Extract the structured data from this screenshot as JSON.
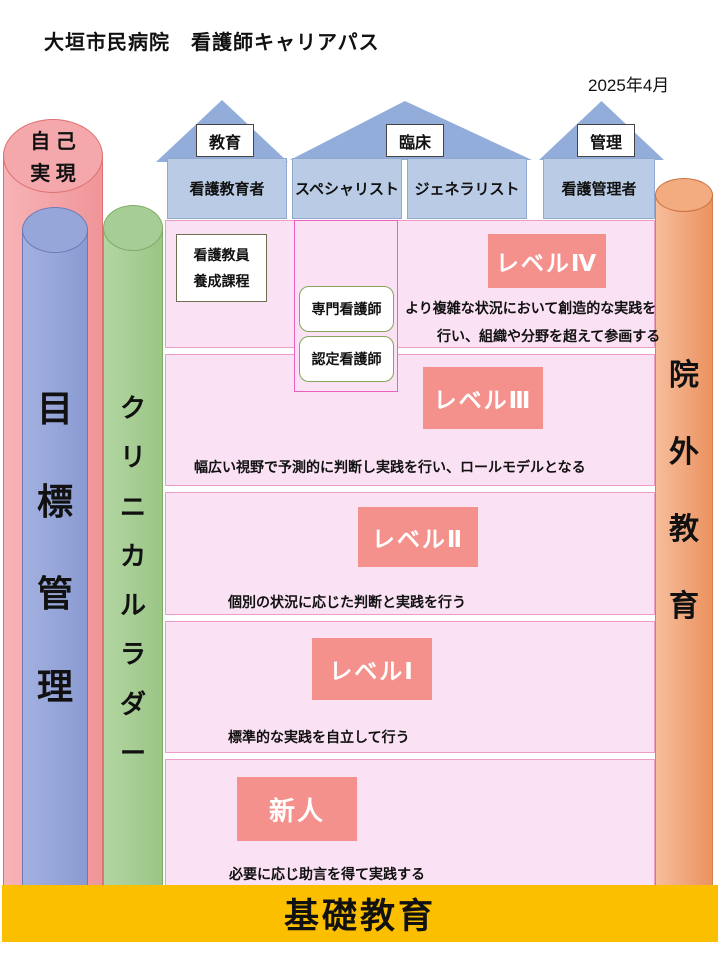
{
  "title": "大垣市民病院　看護師キャリアパス",
  "date": "2025年4月",
  "roofs": [
    {
      "label": "教育"
    },
    {
      "label": "臨床"
    },
    {
      "label": "管理"
    }
  ],
  "columns": [
    {
      "label": "看護教育者"
    },
    {
      "label": "スペシャリスト"
    },
    {
      "label": "ジェネラリスト"
    },
    {
      "label": "看護管理者"
    }
  ],
  "pillars": {
    "self_actualization": {
      "line1": "自 己",
      "line2": "実 現"
    },
    "goal_management": {
      "chars": [
        "目",
        "標",
        "管",
        "理"
      ]
    },
    "clinical_ladder": {
      "chars": [
        "ク",
        "リ",
        "ニ",
        "カ",
        "ル",
        "ラ",
        "ダ",
        "ー"
      ]
    },
    "external_education": {
      "chars": [
        "院",
        "外",
        "教",
        "育"
      ]
    }
  },
  "qualifications": {
    "teacher_course_line1": "看護教員",
    "teacher_course_line2": "養成課程",
    "specialist_boxes": [
      "専門看護師",
      "認定看護師"
    ]
  },
  "levels": [
    {
      "label": "レベルⅣ",
      "desc1": "より複雑な状況において創造的な実践を",
      "desc2": "行い、組織や分野を超えて参画する"
    },
    {
      "label": "レベルⅢ",
      "desc1": "幅広い視野で予測的に判断し実践を行い、ロールモデルとなる"
    },
    {
      "label": "レベルⅡ",
      "desc1": "個別の状況に応じた判断と実践を行う"
    },
    {
      "label": "レベルⅠ",
      "desc1": "標準的な実践を自立して行う"
    },
    {
      "label": "新人",
      "desc1": "必要に応じ助言を得て実践する"
    }
  ],
  "base_label": "基礎教育",
  "colors": {
    "level_box": "#F4918C",
    "band_fill": "#FAE1F3",
    "band_border": "#EE9CC8",
    "roof_blue": "#93ADDB",
    "header_blue": "#BACBE5",
    "pillar_pink": "#F4A4A8",
    "pillar_blue": "#96A6D8",
    "pillar_green": "#A7CD96",
    "pillar_orange": "#F0A076",
    "base_yellow": "#FBBF00",
    "specialist_frame_border": "#EE5FC0"
  }
}
